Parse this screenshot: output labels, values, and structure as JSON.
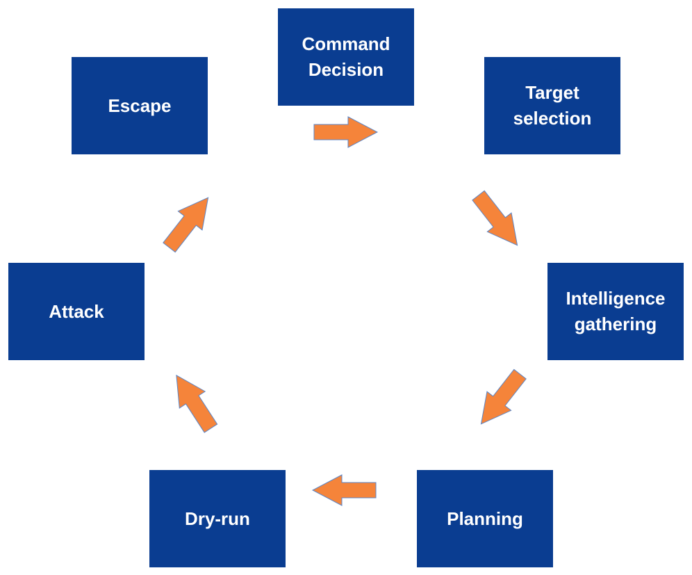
{
  "diagram": {
    "nodes": [
      {
        "id": "command",
        "label": "Command\nDecision"
      },
      {
        "id": "target",
        "label": "Target\nselection"
      },
      {
        "id": "intel",
        "label": "Intelligence\ngathering"
      },
      {
        "id": "planning",
        "label": "Planning"
      },
      {
        "id": "dryrun",
        "label": "Dry-run"
      },
      {
        "id": "attack",
        "label": "Attack"
      },
      {
        "id": "escape",
        "label": "Escape"
      }
    ],
    "edges": [
      {
        "from": "command",
        "to": "target"
      },
      {
        "from": "target",
        "to": "intel"
      },
      {
        "from": "intel",
        "to": "planning"
      },
      {
        "from": "planning",
        "to": "dryrun"
      },
      {
        "from": "dryrun",
        "to": "attack"
      },
      {
        "from": "attack",
        "to": "escape"
      }
    ]
  },
  "colors": {
    "node_fill": "#0a3d91",
    "node_text": "#ffffff",
    "arrow_fill": "#f5843a",
    "arrow_stroke": "#5a86c8"
  }
}
